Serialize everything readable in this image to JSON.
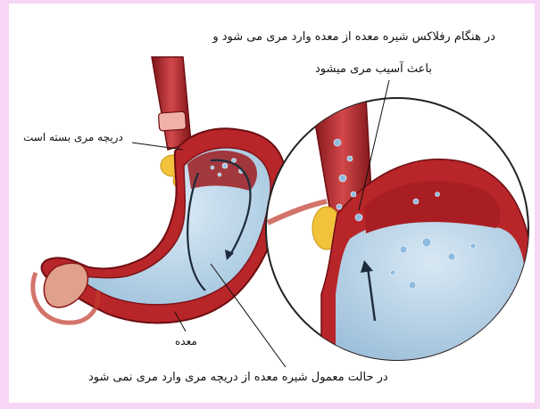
{
  "labels": {
    "reflux_line1": "در هنگام رفلاکس شیره معده از معده وارد مری می شود و",
    "reflux_line2": "باعث آسیب مری میشود",
    "sphincter_closed": "دریچه مری بسته است",
    "stomach": "معده",
    "normal_state": "در حالت معمول شیره معده از دریچه مری وارد مری نمی شود"
  },
  "colors": {
    "page_background": "#f6d6f4",
    "panel_background": "#ffffff",
    "tissue": "#b8262a",
    "tissue_dark": "#8a1418",
    "gastric_juice": "#b9d6ea",
    "fat": "#f2c23a"
  }
}
